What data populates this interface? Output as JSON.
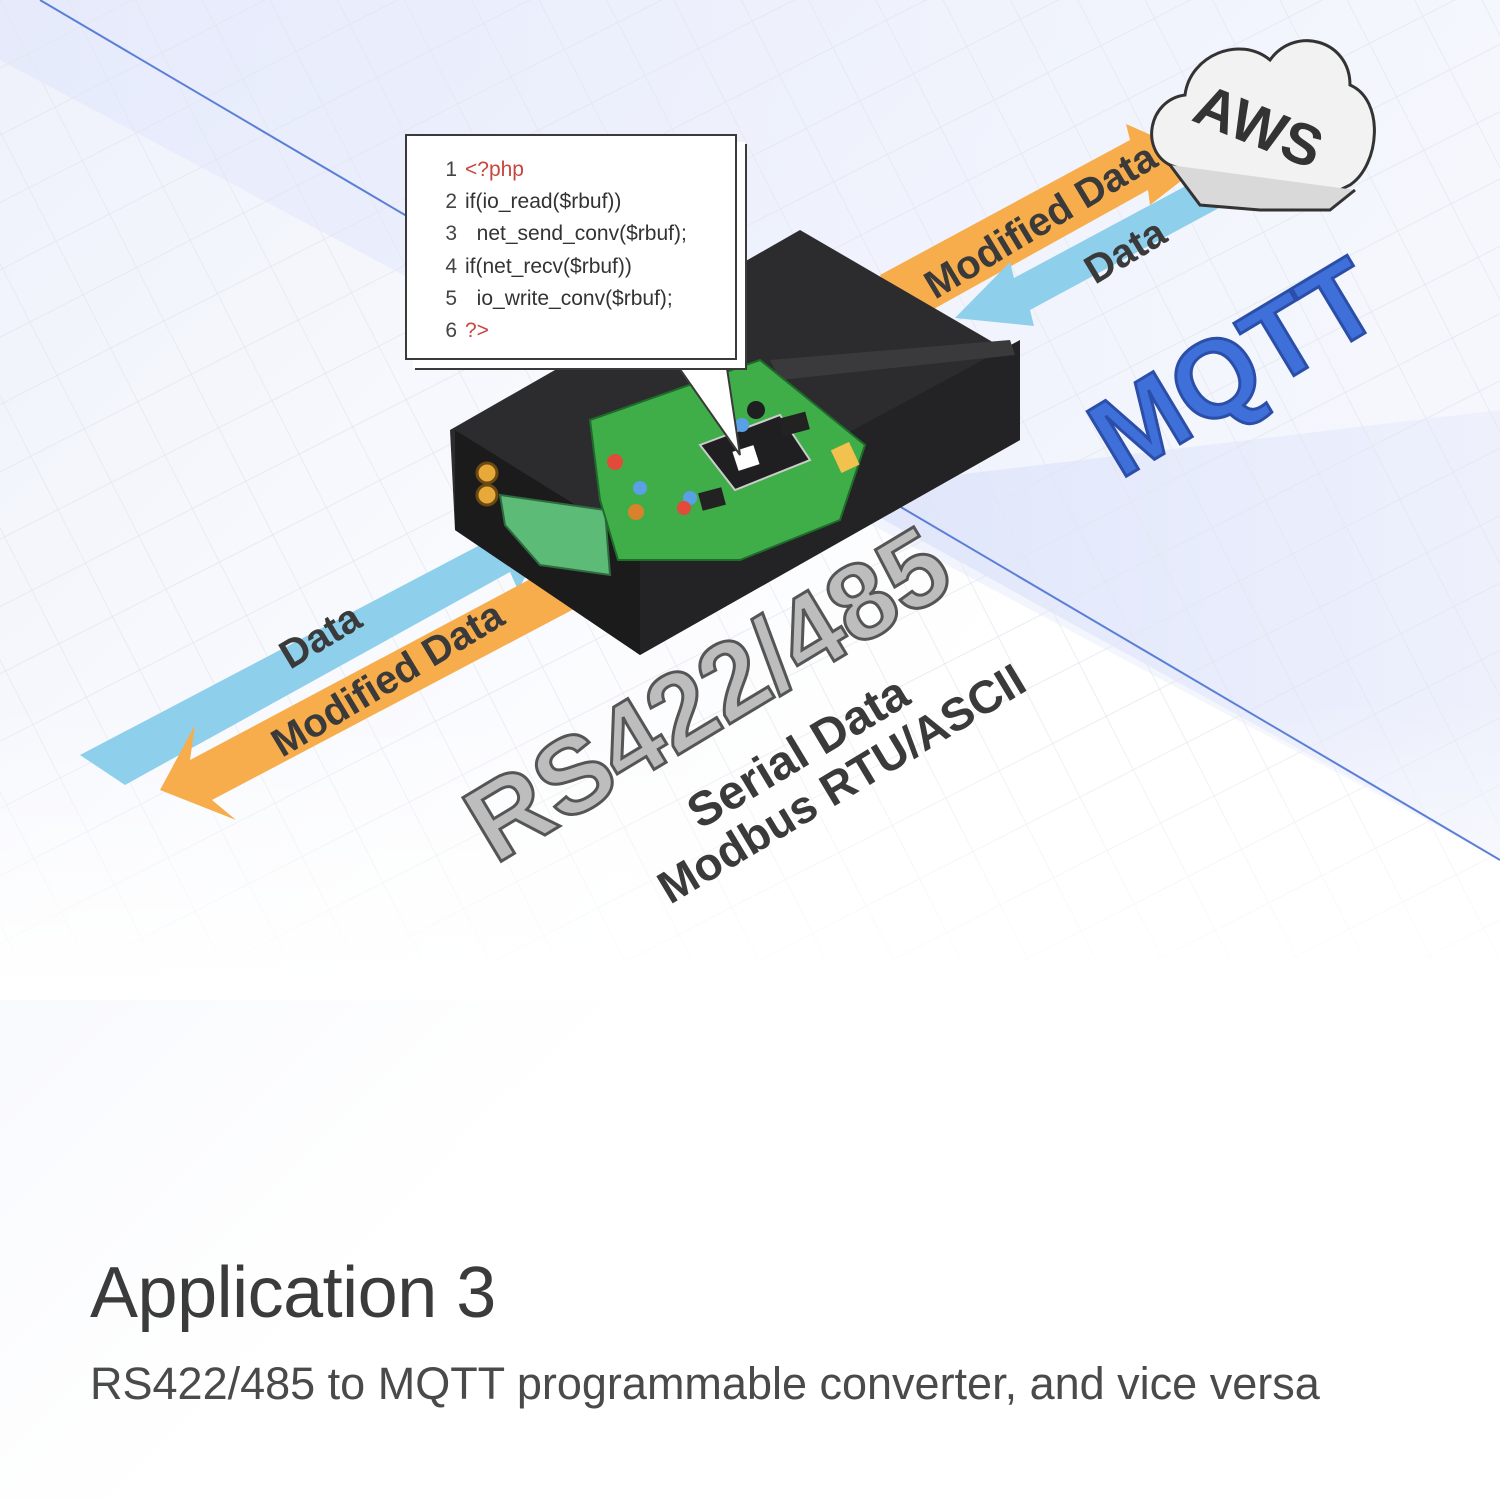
{
  "code": {
    "lines": [
      {
        "num": "1",
        "text": "<?php",
        "tag": true
      },
      {
        "num": "2",
        "text": "if(io_read($rbuf))",
        "tag": false
      },
      {
        "num": "3",
        "text": "  net_send_conv($rbuf);",
        "tag": false
      },
      {
        "num": "4",
        "text": "if(net_recv($rbuf))",
        "tag": false
      },
      {
        "num": "5",
        "text": "  io_write_conv($rbuf);",
        "tag": false
      },
      {
        "num": "6",
        "text": "?>",
        "tag": true
      }
    ]
  },
  "labels": {
    "cloud": "AWS",
    "arrow_top_out": "Modified Data",
    "arrow_top_in": "Data",
    "arrow_left_in": "Data",
    "arrow_left_out": "Modified Data",
    "protocol_right": "MQTT",
    "protocol_left": "RS422/485",
    "serial_data": "Serial Data",
    "modbus": "Modbus RTU/ASCII"
  },
  "caption": {
    "title": "Application 3",
    "subtitle": "RS422/485 to MQTT programmable converter, and vice versa"
  },
  "colors": {
    "orange": "#f8ad4c",
    "blue_arrow": "#8ecfeb",
    "mqtt_blue": "#3f6fd8",
    "device": "#2c2c2e",
    "pcb": "#3fae49",
    "floor_line": "#5b7fd6"
  }
}
